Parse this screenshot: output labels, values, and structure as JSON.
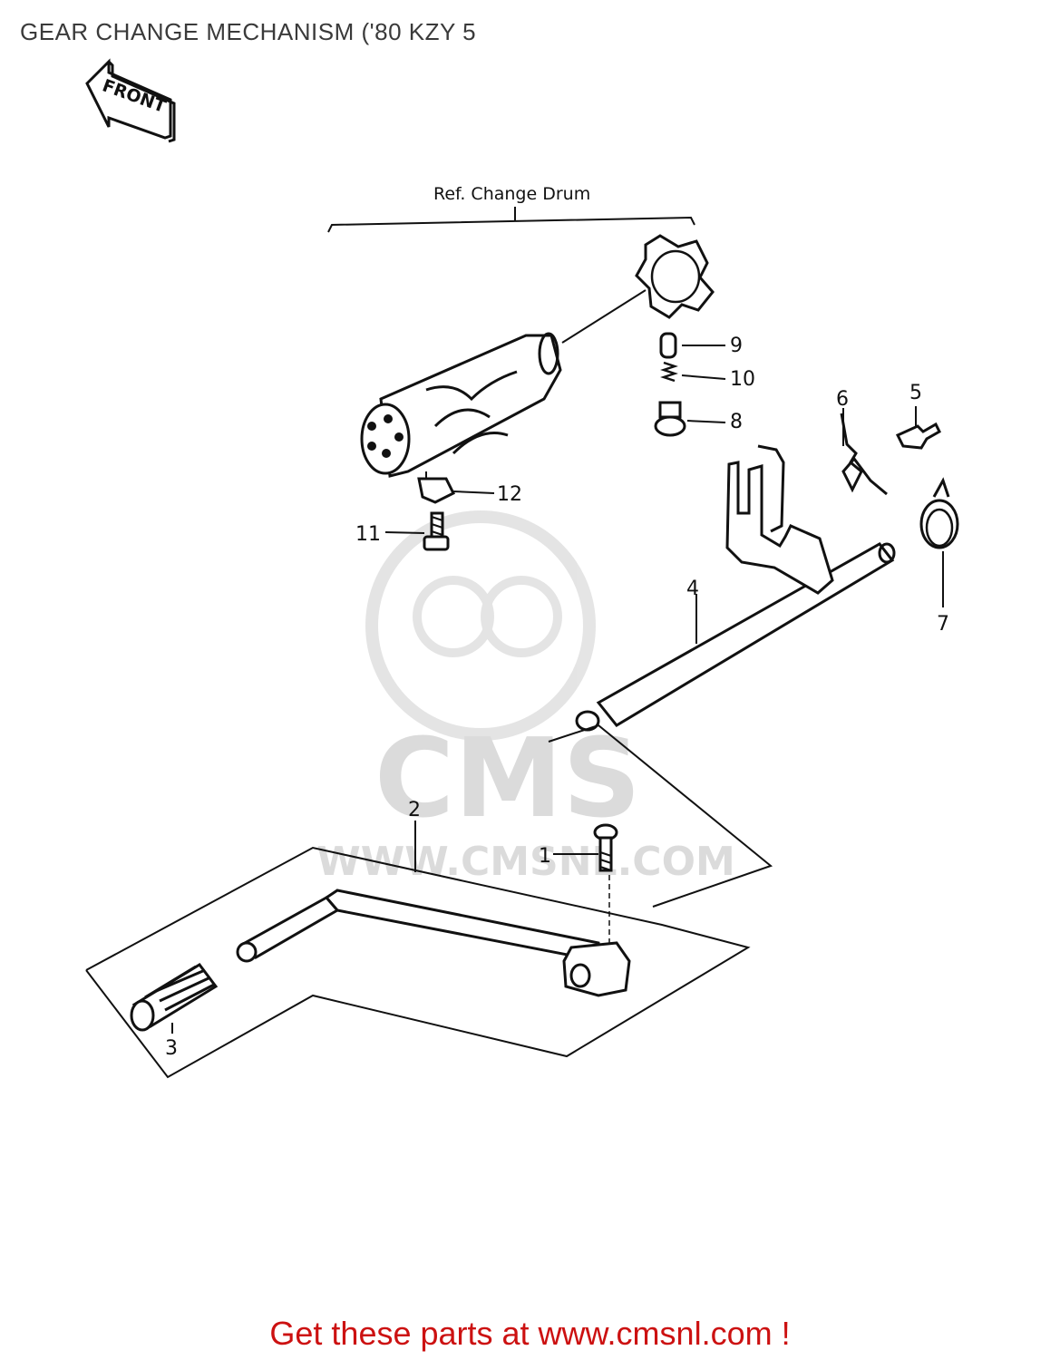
{
  "header": {
    "title": "GEAR CHANGE MECHANISM ('80 KZY 5"
  },
  "front_arrow": {
    "label": "FRONT",
    "icon": "front-arrow-icon"
  },
  "ref_label": "Ref. Change Drum",
  "watermark": {
    "brand": "CMS",
    "url": "WWW.CMSNL.COM"
  },
  "callouts": [
    {
      "id": "c1",
      "label": "1"
    },
    {
      "id": "c2",
      "label": "2"
    },
    {
      "id": "c3",
      "label": "3"
    },
    {
      "id": "c4",
      "label": "4"
    },
    {
      "id": "c5",
      "label": "5"
    },
    {
      "id": "c6",
      "label": "6"
    },
    {
      "id": "c7",
      "label": "7"
    },
    {
      "id": "c8",
      "label": "8"
    },
    {
      "id": "c9",
      "label": "9"
    },
    {
      "id": "c10",
      "label": "10"
    },
    {
      "id": "c11",
      "label": "11"
    },
    {
      "id": "c12",
      "label": "12"
    }
  ],
  "footer": {
    "link_text": "Get these parts at www.cmsnl.com !",
    "color": "#cc1111"
  }
}
